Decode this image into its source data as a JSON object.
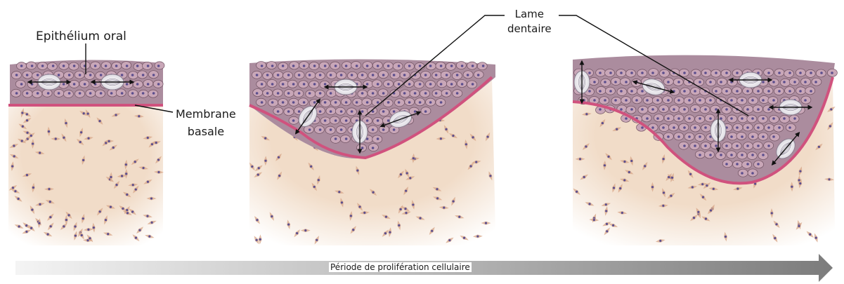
{
  "labels": {
    "oral_epithelium": "Epithélium oral",
    "basal_membrane_line1": "Membrane",
    "basal_membrane_line2": "basale",
    "dental_lamina_line1": "Lame",
    "dental_lamina_line2": "dentaire",
    "proliferation_period": "Période de prolifération cellulaire"
  },
  "colors": {
    "epithelium_fill": "#ab8c9e",
    "epithelial_cell": "#c9a7b8",
    "cell_border": "#6e5060",
    "basal_membrane": "#d0527e",
    "connective_tissue": "#f1dcc8",
    "fibroblast": "#d8a98c",
    "nucleus": "#5b4e8e",
    "arrow_gradient_start": "#f2f2f2",
    "arrow_gradient_end": "#7a7a7a"
  },
  "icons": {
    "dividing_cell": "mitotic-spindle-icon",
    "division_arrows": "double-arrow-icon"
  }
}
